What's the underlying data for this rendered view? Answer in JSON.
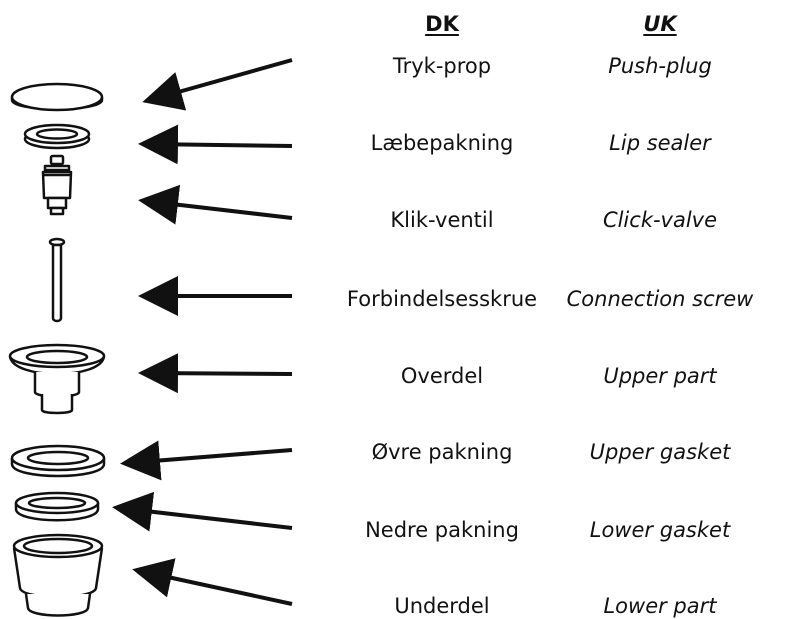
{
  "headers": {
    "dk": "DK",
    "uk": "UK"
  },
  "parts": [
    {
      "dk": "Tryk-prop",
      "uk": "Push-plug"
    },
    {
      "dk": "Læbepakning",
      "uk": "Lip sealer"
    },
    {
      "dk": "Klik-ventil",
      "uk": "Click-valve"
    },
    {
      "dk": "Forbindelsesskrue",
      "uk": "Connection screw"
    },
    {
      "dk": "Overdel",
      "uk": "Upper part"
    },
    {
      "dk": "Øvre pakning",
      "uk": "Upper gasket"
    },
    {
      "dk": "Nedre pakning",
      "uk": "Lower gasket"
    },
    {
      "dk": "Underdel",
      "uk": "Lower part"
    }
  ],
  "colors": {
    "stroke": "#111111",
    "background": "#ffffff"
  }
}
